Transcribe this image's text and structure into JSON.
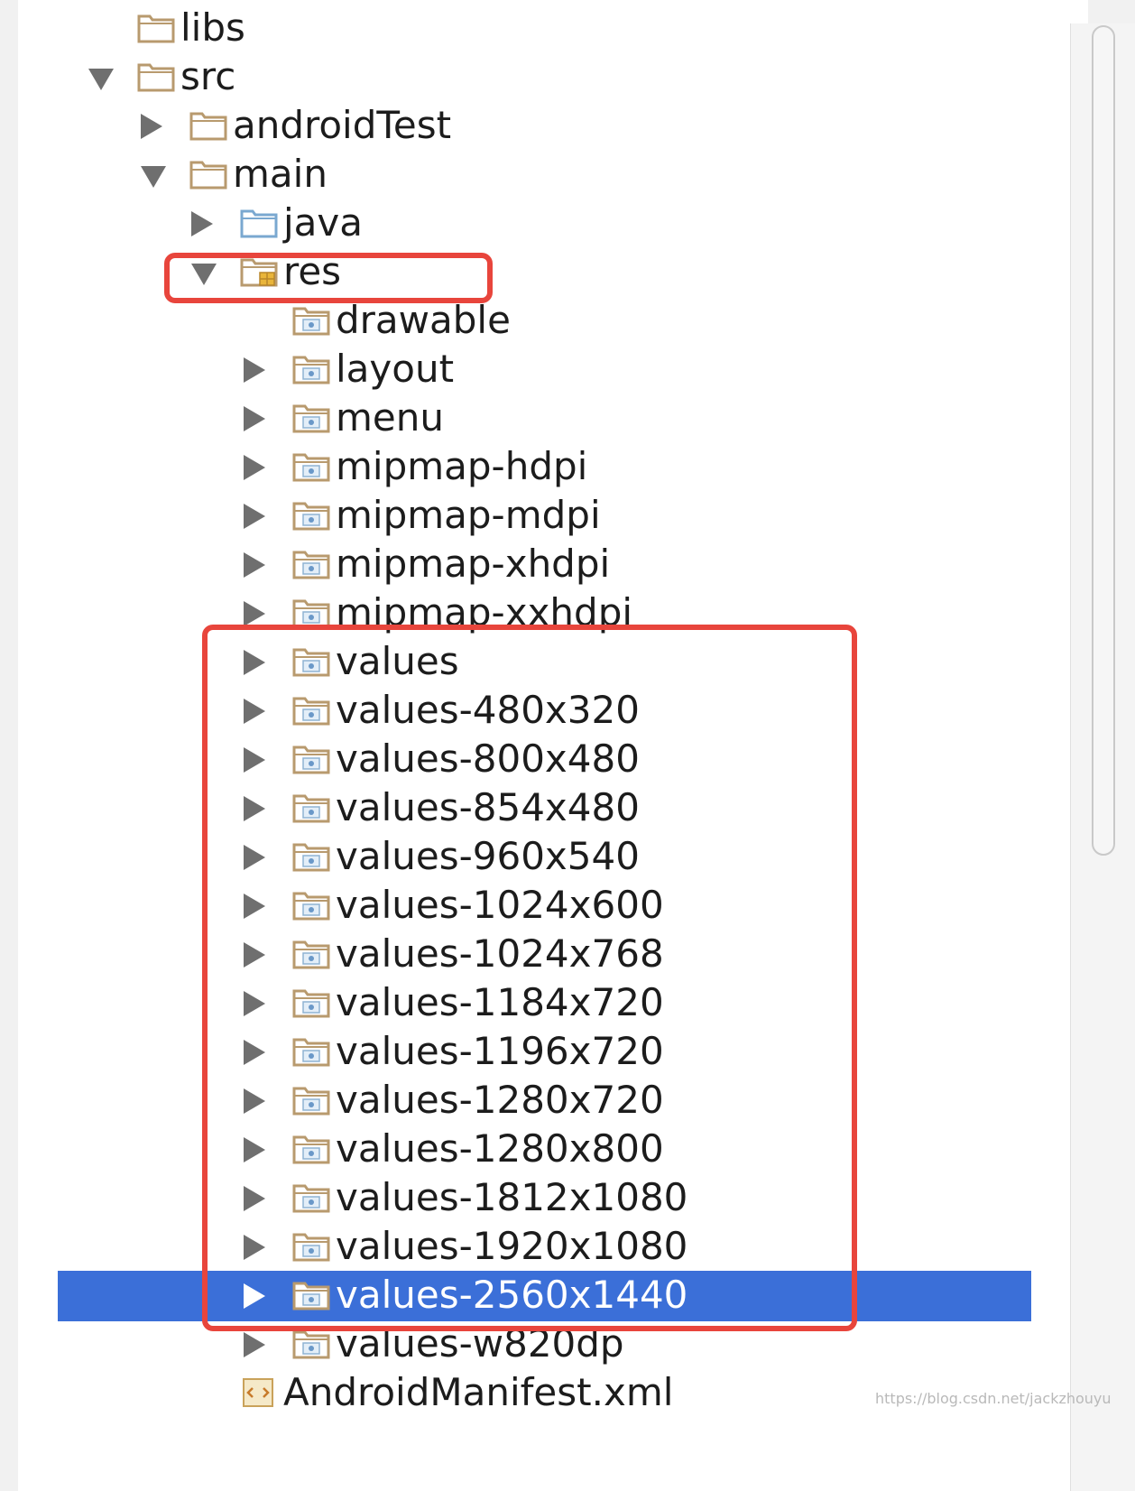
{
  "tree": {
    "items": [
      {
        "label": "libs",
        "arrow": "none",
        "icon": "folder-plain"
      },
      {
        "label": "src",
        "arrow": "down",
        "icon": "folder-plain"
      },
      {
        "label": "androidTest",
        "arrow": "right",
        "icon": "folder-plain"
      },
      {
        "label": "main",
        "arrow": "down",
        "icon": "folder-plain"
      },
      {
        "label": "java",
        "arrow": "right",
        "icon": "folder-source"
      },
      {
        "label": "res",
        "arrow": "down",
        "icon": "folder-resource"
      },
      {
        "label": "drawable",
        "arrow": "none",
        "icon": "folder-res-sub"
      },
      {
        "label": "layout",
        "arrow": "right",
        "icon": "folder-res-sub"
      },
      {
        "label": "menu",
        "arrow": "right",
        "icon": "folder-res-sub"
      },
      {
        "label": "mipmap-hdpi",
        "arrow": "right",
        "icon": "folder-res-sub"
      },
      {
        "label": "mipmap-mdpi",
        "arrow": "right",
        "icon": "folder-res-sub"
      },
      {
        "label": "mipmap-xhdpi",
        "arrow": "right",
        "icon": "folder-res-sub"
      },
      {
        "label": "mipmap-xxhdpi",
        "arrow": "right",
        "icon": "folder-res-sub"
      },
      {
        "label": "values",
        "arrow": "right",
        "icon": "folder-res-sub"
      },
      {
        "label": "values-480x320",
        "arrow": "right",
        "icon": "folder-res-sub"
      },
      {
        "label": "values-800x480",
        "arrow": "right",
        "icon": "folder-res-sub"
      },
      {
        "label": "values-854x480",
        "arrow": "right",
        "icon": "folder-res-sub"
      },
      {
        "label": "values-960x540",
        "arrow": "right",
        "icon": "folder-res-sub"
      },
      {
        "label": "values-1024x600",
        "arrow": "right",
        "icon": "folder-res-sub"
      },
      {
        "label": "values-1024x768",
        "arrow": "right",
        "icon": "folder-res-sub"
      },
      {
        "label": "values-1184x720",
        "arrow": "right",
        "icon": "folder-res-sub"
      },
      {
        "label": "values-1196x720",
        "arrow": "right",
        "icon": "folder-res-sub"
      },
      {
        "label": "values-1280x720",
        "arrow": "right",
        "icon": "folder-res-sub"
      },
      {
        "label": "values-1280x800",
        "arrow": "right",
        "icon": "folder-res-sub"
      },
      {
        "label": "values-1812x1080",
        "arrow": "right",
        "icon": "folder-res-sub"
      },
      {
        "label": "values-1920x1080",
        "arrow": "right",
        "icon": "folder-res-sub"
      },
      {
        "label": "values-2560x1440",
        "arrow": "right",
        "icon": "folder-res-sub",
        "selected": true
      },
      {
        "label": "values-w820dp",
        "arrow": "right",
        "icon": "folder-res-sub"
      },
      {
        "label": "AndroidManifest.xml",
        "arrow": "none",
        "icon": "manifest-file"
      }
    ]
  },
  "colors": {
    "selection": "#3b6fd8",
    "highlight_box": "#e8453c",
    "folder": "#b89a6e"
  },
  "watermark": "https://blog.csdn.net/jackzhouyu"
}
